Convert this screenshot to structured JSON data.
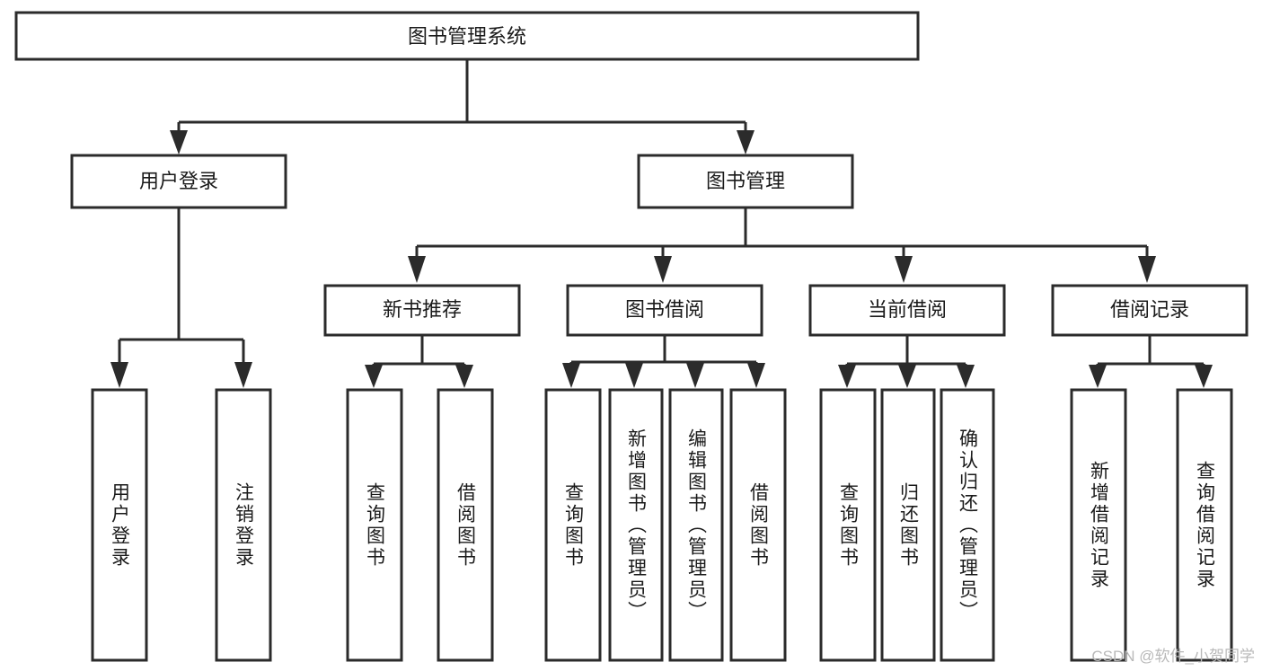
{
  "diagram": {
    "type": "tree",
    "title": "图书管理系统",
    "root": {
      "id": "root",
      "label": "图书管理系统",
      "orientation": "horizontal"
    },
    "level1": [
      {
        "id": "user-login",
        "label": "用户登录",
        "orientation": "horizontal"
      },
      {
        "id": "book-manage",
        "label": "图书管理",
        "orientation": "horizontal"
      }
    ],
    "level2": [
      {
        "id": "new-book-recommend",
        "label": "新书推荐",
        "orientation": "horizontal",
        "parent": "book-manage"
      },
      {
        "id": "book-borrow",
        "label": "图书借阅",
        "orientation": "horizontal",
        "parent": "book-manage"
      },
      {
        "id": "current-borrow",
        "label": "当前借阅",
        "orientation": "horizontal",
        "parent": "book-manage"
      },
      {
        "id": "borrow-record",
        "label": "借阅记录",
        "orientation": "horizontal",
        "parent": "book-manage"
      }
    ],
    "leaves": [
      {
        "id": "leaf-user-login",
        "label": "用户登录",
        "orientation": "vertical",
        "parent": "user-login"
      },
      {
        "id": "leaf-user-logout",
        "label": "注销登录",
        "orientation": "vertical",
        "parent": "user-login"
      },
      {
        "id": "leaf-query-book-1",
        "label": "查询图书",
        "orientation": "vertical",
        "parent": "new-book-recommend"
      },
      {
        "id": "leaf-borrow-book-1",
        "label": "借阅图书",
        "orientation": "vertical",
        "parent": "new-book-recommend"
      },
      {
        "id": "leaf-query-book-2",
        "label": "查询图书",
        "orientation": "vertical",
        "parent": "book-borrow"
      },
      {
        "id": "leaf-add-book",
        "label": "新增图书（管理员）",
        "orientation": "vertical",
        "parent": "book-borrow"
      },
      {
        "id": "leaf-edit-book",
        "label": "编辑图书（管理员）",
        "orientation": "vertical",
        "parent": "book-borrow"
      },
      {
        "id": "leaf-borrow-book-2",
        "label": "借阅图书",
        "orientation": "vertical",
        "parent": "book-borrow"
      },
      {
        "id": "leaf-query-book-3",
        "label": "查询图书",
        "orientation": "vertical",
        "parent": "current-borrow"
      },
      {
        "id": "leaf-return-book",
        "label": "归还图书",
        "orientation": "vertical",
        "parent": "current-borrow"
      },
      {
        "id": "leaf-confirm-return",
        "label": "确认归还（管理员）",
        "orientation": "vertical",
        "parent": "current-borrow"
      },
      {
        "id": "leaf-add-record",
        "label": "新增借阅记录",
        "orientation": "vertical",
        "parent": "borrow-record"
      },
      {
        "id": "leaf-query-record",
        "label": "查询借阅记录",
        "orientation": "vertical",
        "parent": "borrow-record"
      }
    ],
    "colors": {
      "box_stroke": "#2b2b2b",
      "box_fill": "#ffffff",
      "connector": "#2b2b2b",
      "text": "#1a1a1a",
      "background": "#ffffff",
      "watermark": "#b9b9b9"
    }
  },
  "watermark": {
    "text": "CSDN @软件_小贺同学"
  }
}
